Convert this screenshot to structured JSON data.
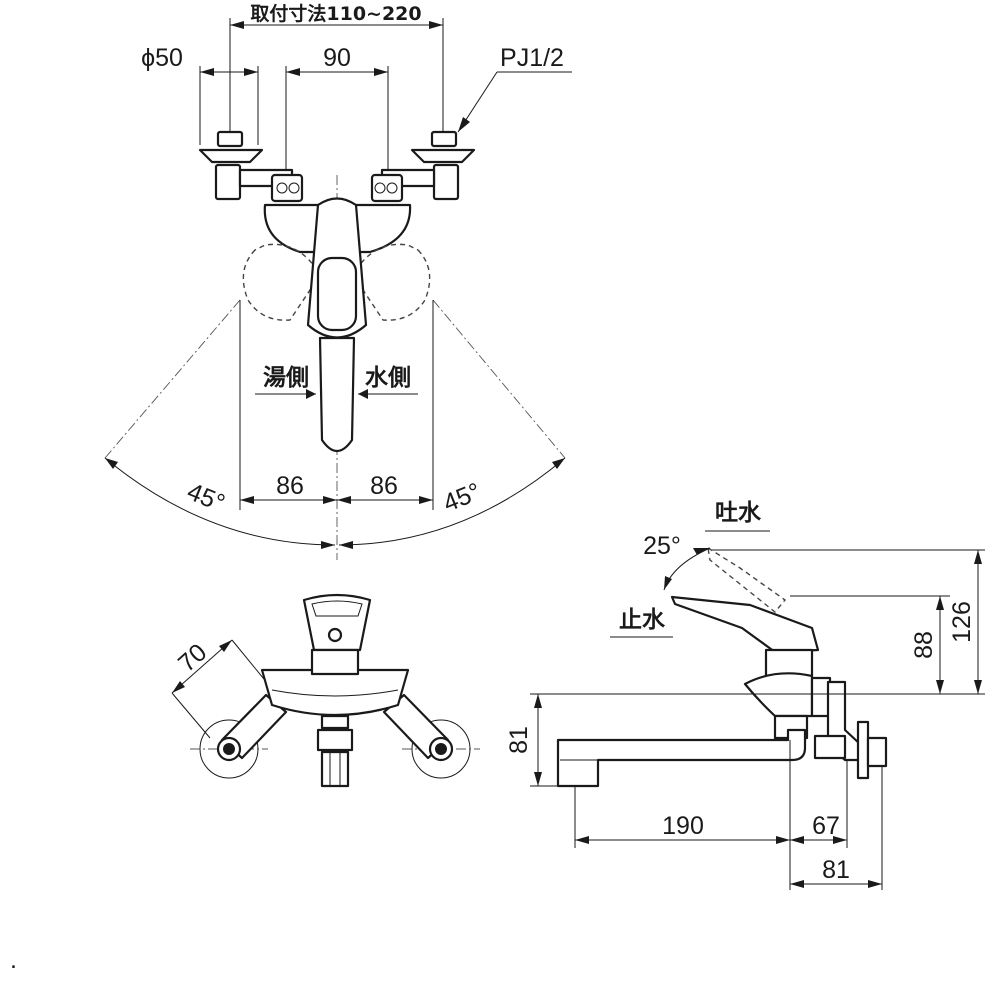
{
  "labels": {
    "mount_pitch": "取付寸法110~220",
    "diameter": "ϕ50",
    "width_90": "90",
    "thread": "PJ1/2",
    "hot_side": "湯側",
    "cold_side": "水側",
    "angle_left": "45°",
    "angle_right": "45°",
    "left_86": "86",
    "right_86": "86",
    "depth_70": "70",
    "lever_angle": "25°",
    "water_on": "吐水",
    "water_off": "止水",
    "height_126": "126",
    "height_88": "88",
    "height_81": "81",
    "spout_190": "190",
    "depth_67": "67",
    "depth_81": "81",
    "corner_mark": "."
  }
}
